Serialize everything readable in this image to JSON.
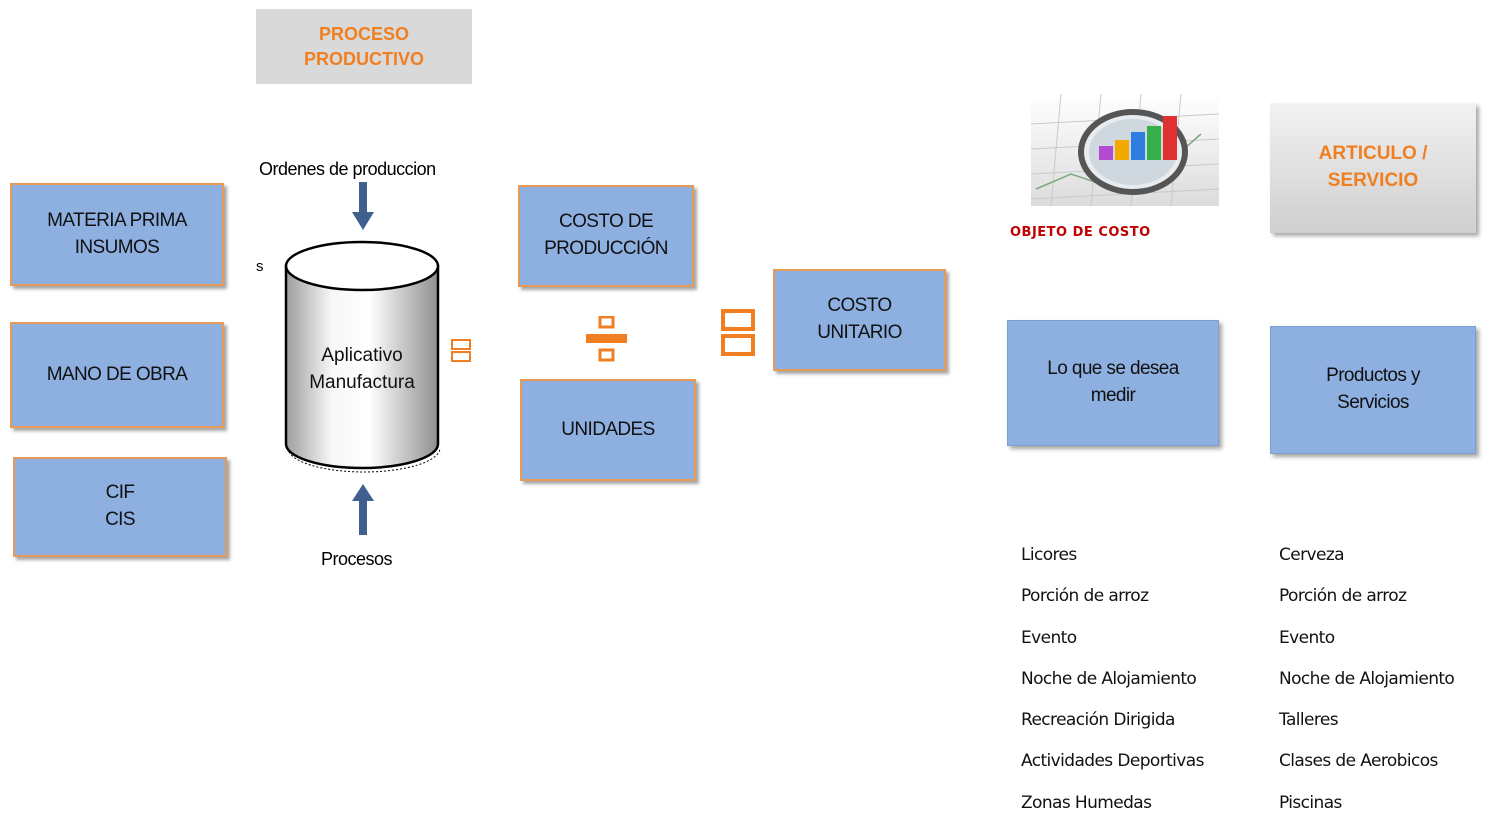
{
  "header": {
    "title": "PROCESO\nPRODUCTIVO"
  },
  "inputs": {
    "materia": "MATERIA PRIMA\nINSUMOS",
    "mano": "MANO DE OBRA",
    "cif": "CIF\nCIS"
  },
  "process": {
    "ordenes": "Ordenes de produccion",
    "procesos": "Procesos",
    "side_letter": "s",
    "cylinder": "Aplicativo\nManufactura"
  },
  "calc": {
    "costo_prod": "COSTO DE\nPRODUCCIÓN",
    "unidades": "UNIDADES",
    "costo_unitario": "COSTO\nUNITARIO"
  },
  "objeto": {
    "caption": "OBJETO DE COSTO",
    "articulo": "ARTICULO /\nSERVICIO",
    "medir": "Lo que se desea\nmedir",
    "productos": "Productos y\nServicios"
  },
  "lists": {
    "left": [
      "Licores",
      "Porción de arroz",
      "Evento",
      "Noche de Alojamiento",
      "Recreación Dirigida",
      "Actividades Deportivas",
      "Zonas Humedas"
    ],
    "right": [
      "Cerveza",
      "Porción de arroz",
      "Evento",
      "Noche de Alojamiento",
      "Talleres",
      "Clases de Aerobicos",
      "Piscinas"
    ]
  },
  "colors": {
    "box_blue": "#8DB0E0",
    "orange": "#F07F22",
    "arrow_blue": "#3F5F8F",
    "caption_red": "#C00000"
  }
}
